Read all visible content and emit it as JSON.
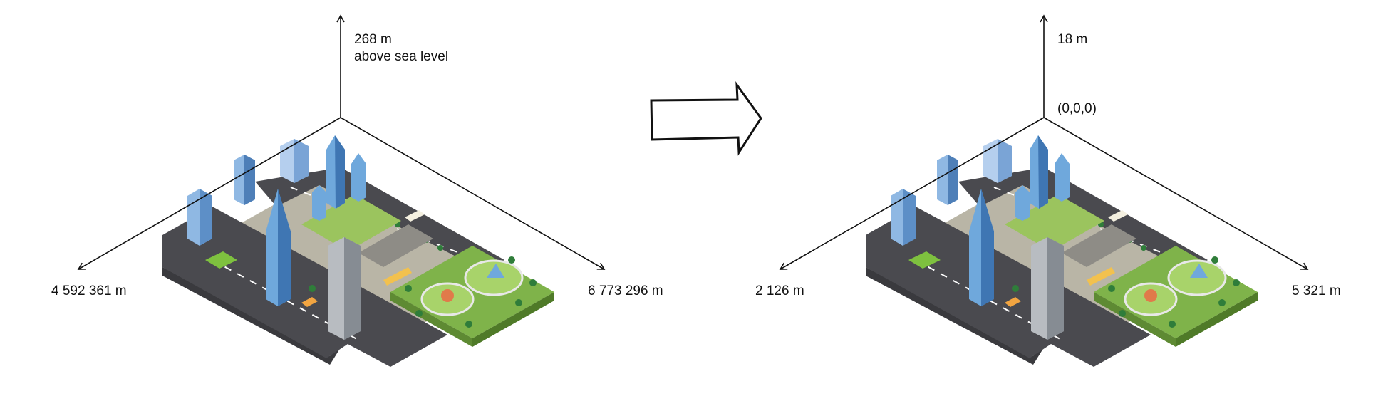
{
  "left_scene": {
    "z_label_line1": "268 m",
    "z_label_line2": "above sea level",
    "x_label": "4 592 361 m",
    "y_label": "6 773 296 m"
  },
  "right_scene": {
    "z_label": "18 m",
    "origin_label": "(0,0,0)",
    "x_label": "2 126 m",
    "y_label": "5 321 m"
  },
  "arrow": {
    "icon": "right-arrow-icon"
  },
  "illustration": {
    "icon": "isometric-city-block-icon"
  },
  "colors": {
    "road": "#4a4a4f",
    "sidewalk": "#b9b5a6",
    "grass": "#7fb34a",
    "glass": "#6fa8dc",
    "tower_gray": "#9aa0a6",
    "outline": "#111111"
  }
}
